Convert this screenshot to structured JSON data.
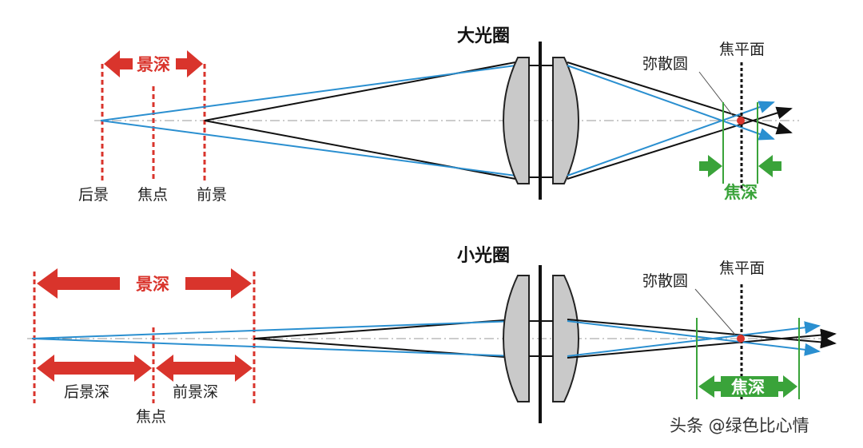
{
  "top": {
    "aperture_label": "大光圈",
    "dof_label": "景深",
    "far_label": "后景",
    "focus_label": "焦点",
    "near_label": "前景",
    "coc_label": "弥散圆",
    "focal_plane_label": "焦平面",
    "focus_depth_label": "焦深"
  },
  "bottom": {
    "aperture_label": "小光圈",
    "dof_label": "景深",
    "rear_dof_label": "后景深",
    "front_dof_label": "前景深",
    "focus_label": "焦点",
    "coc_label": "弥散圆",
    "focal_plane_label": "焦平面",
    "focus_depth_label": "焦深"
  },
  "watermark": "头条 @绿色比心情",
  "colors": {
    "red": "#d9342c",
    "green": "#3aa33a",
    "blue": "#2a8fd0",
    "black": "#111111",
    "lens_fill": "#c9c9c9"
  }
}
